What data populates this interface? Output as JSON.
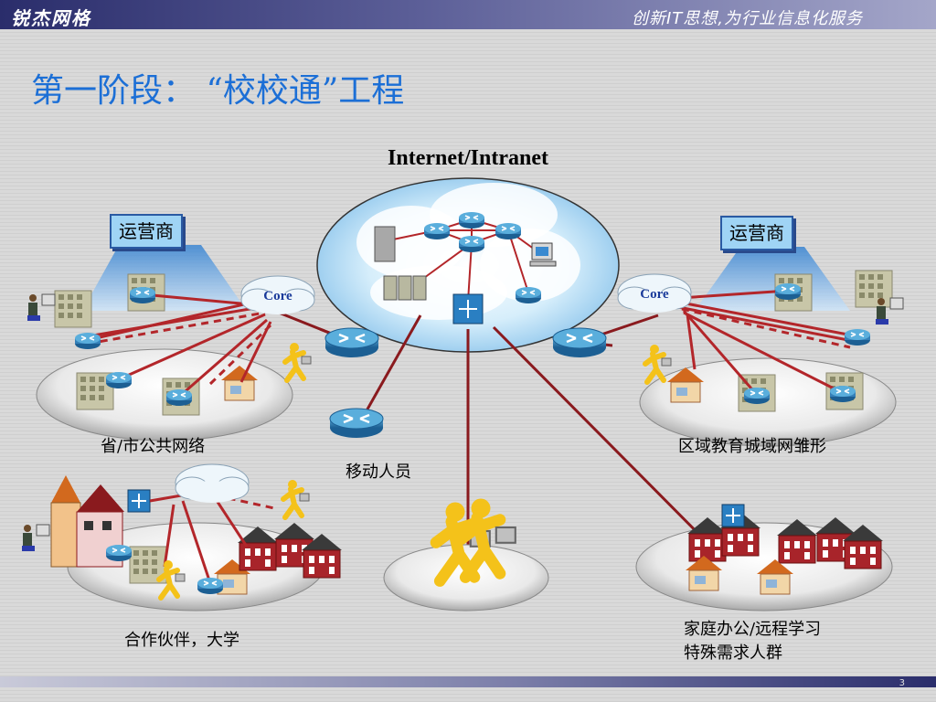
{
  "header": {
    "brand": "锐杰网格",
    "slogan": "创新IT思想,为行业信息化服务"
  },
  "title": "第一阶段：  “校校通”工程",
  "diagram": {
    "center_label": "Internet/Intranet",
    "operator_left": "运营商",
    "operator_right": "运营商",
    "core_left": "Core",
    "core_right": "Core",
    "regions": {
      "province": "省/市公共网络",
      "district": "区域教育城域网雏形",
      "mobile": "移动人员",
      "partners": "合作伙伴，大学",
      "home_line1": "家庭办公/远程学习",
      "home_line2": "特殊需求人群"
    }
  },
  "footer": {
    "page": "3"
  }
}
